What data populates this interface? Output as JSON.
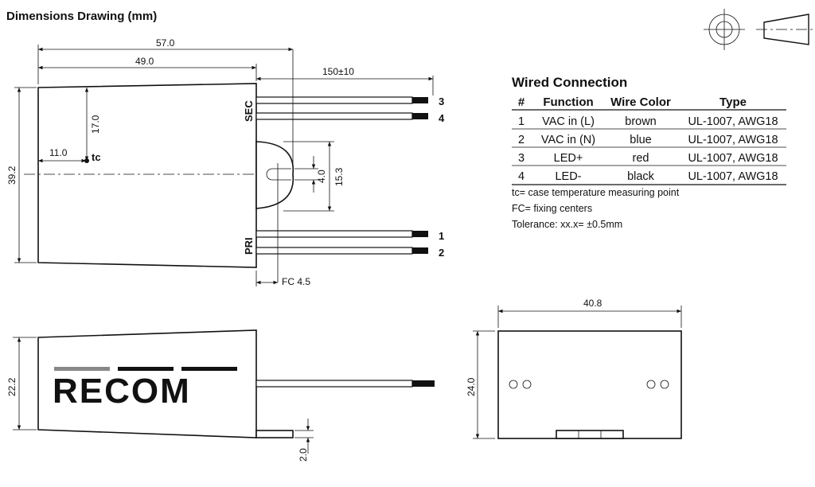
{
  "title": "Dimensions Drawing (mm)",
  "top_view": {
    "dim_overall_length": "57.0",
    "dim_body_length": "49.0",
    "dim_wire_length": "150±10",
    "dim_height": "39.2",
    "dim_tc_vertical": "17.0",
    "dim_tc_horizontal": "11.0",
    "tc_label": "tc",
    "dim_fixing_span": "15.3",
    "dim_slot_width": "4.0",
    "dim_fc": "FC 4.5",
    "sec_label": "SEC",
    "pri_label": "PRI",
    "wire_numbers": [
      "3",
      "4",
      "1",
      "2"
    ]
  },
  "side_view": {
    "brand_text": "RECOM",
    "dim_height": "22.2",
    "dim_tab": "2.0"
  },
  "end_view": {
    "dim_width": "40.8",
    "dim_height": "24.0"
  },
  "wired_connection": {
    "title": "Wired Connection",
    "headers": [
      "#",
      "Function",
      "Wire Color",
      "Type"
    ],
    "rows": [
      {
        "num": "1",
        "function": "VAC in (L)",
        "color": "brown",
        "type": "UL-1007, AWG18"
      },
      {
        "num": "2",
        "function": "VAC in (N)",
        "color": "blue",
        "type": "UL-1007, AWG18"
      },
      {
        "num": "3",
        "function": "LED+",
        "color": "red",
        "type": "UL-1007, AWG18"
      },
      {
        "num": "4",
        "function": "LED-",
        "color": "black",
        "type": "UL-1007, AWG18"
      }
    ],
    "notes": [
      "tc= case temperature measuring point",
      "FC= fixing centers",
      "Tolerance: xx.x= ±0.5mm"
    ]
  }
}
